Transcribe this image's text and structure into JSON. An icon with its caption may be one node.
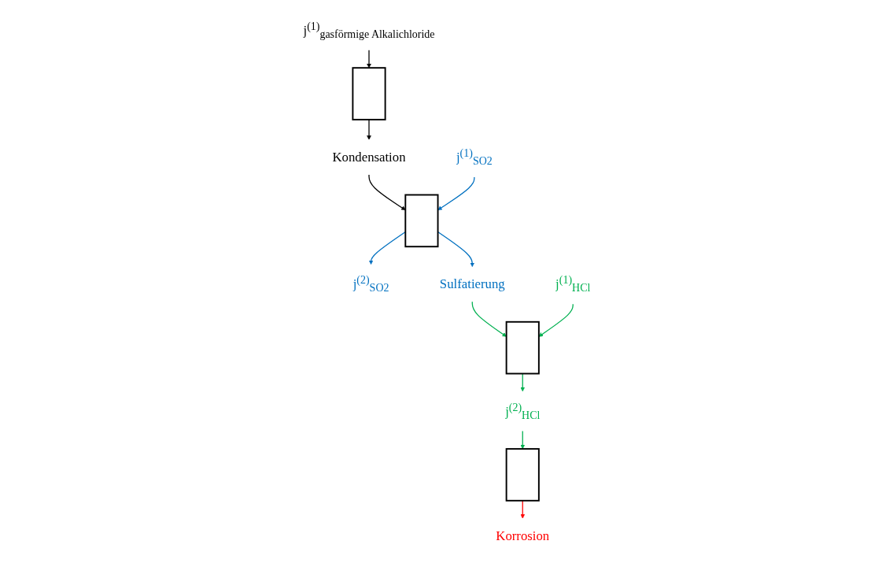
{
  "diagram": {
    "nodes": [
      {
        "text": [
          "j$^{(1)}$$_{gasförmige Alkalichloride}$"
        ]
      },
      {
        "text": [],
        "shape": "box"
      },
      {
        "text": [
          "Kondensation"
        ]
      },
      {
        "text": [
          "j$^{(1)}$$_{SO2}$"
        ]
      },
      {
        "text": [],
        "shape": "box"
      },
      {
        "text": [
          "j$^{(2)}$$_{SO2}$"
        ]
      },
      {
        "text": [
          "Sulfatierung"
        ]
      },
      {
        "text": [
          "j$^{(1)}$$_{HCl}$"
        ]
      },
      {
        "text": [],
        "shape": "box"
      },
      {
        "text": [
          "j$^{(2)}$$_{HCl}$"
        ]
      },
      {
        "text": [],
        "shape": "box"
      },
      {
        "text": [
          "Korrosion"
        ]
      }
    ],
    "edges": [
      {
        "from": 0,
        "to": 1,
        "arrow": "to",
        "color": "#000000"
      },
      {
        "from": 1,
        "to": 2,
        "arrow": "to",
        "color": "#000000"
      },
      {
        "from": 2,
        "to": 4,
        "arrow": "to",
        "color": "#000000"
      },
      {
        "from": 3,
        "to": 4,
        "arrow": "to",
        "color": "#0070c0"
      },
      {
        "from": 4,
        "to": 5,
        "arrow": "to",
        "color": "#0070c0"
      },
      {
        "from": 4,
        "to": 6,
        "arrow": "to",
        "color": "#0070c0"
      },
      {
        "from": 6,
        "to": 8,
        "arrow": "to"
      },
      {
        "from": 7,
        "to": 8,
        "arrow": "to"
      },
      {
        "from": 8,
        "to": 9,
        "arrow": "to"
      },
      {
        "from": 9,
        "to": 10,
        "arrow": "to"
      },
      {
        "from": 10,
        "to": 11,
        "arrow": "to",
        "color": "#ff0000"
      }
    ]
  }
}
